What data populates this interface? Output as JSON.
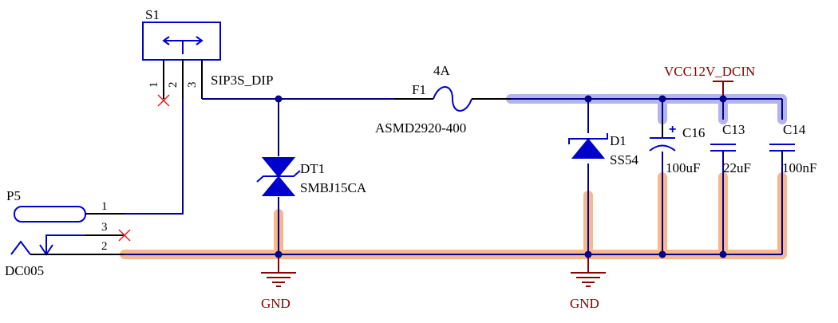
{
  "components": {
    "s1": {
      "ref": "S1",
      "value": "SIP3S_DIP",
      "pins": [
        "1",
        "2",
        "3"
      ]
    },
    "p5": {
      "ref": "P5",
      "value": "DC005",
      "pins": [
        "1",
        "3",
        "2"
      ]
    },
    "f1": {
      "ref": "F1",
      "rating": "4A",
      "value": "ASMD2920-400"
    },
    "dt1": {
      "ref": "DT1",
      "value": "SMBJ15CA"
    },
    "d1": {
      "ref": "D1",
      "value": "SS54"
    },
    "c16": {
      "ref": "C16",
      "value": "100uF",
      "polarity": "+"
    },
    "c13": {
      "ref": "C13",
      "value": "22uF"
    },
    "c14": {
      "ref": "C14",
      "value": "100nF"
    }
  },
  "nets": {
    "vcc": "VCC12V_DCIN",
    "gnd1": "GND",
    "gnd2": "GND"
  },
  "colors": {
    "wire": "#00008b",
    "device": "#0000cd",
    "power": "#8b0000",
    "highlight_vcc": "#b4b4f0",
    "highlight_gnd": "#f8b88e",
    "no_connect": "#e02020"
  }
}
